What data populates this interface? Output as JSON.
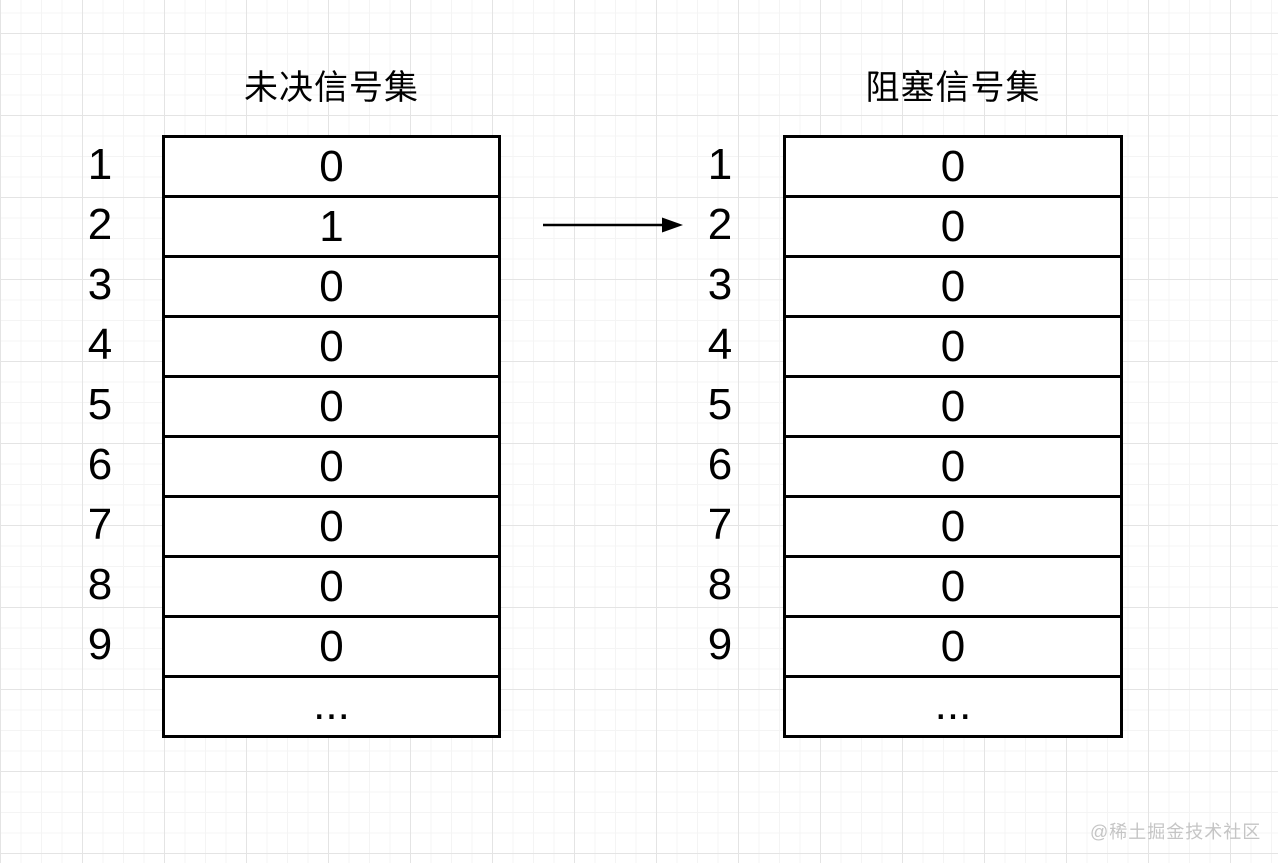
{
  "diagram": {
    "pending_set": {
      "title": "未决信号集",
      "row_labels": [
        "1",
        "2",
        "3",
        "4",
        "5",
        "6",
        "7",
        "8",
        "9",
        ""
      ],
      "values": [
        "0",
        "1",
        "0",
        "0",
        "0",
        "0",
        "0",
        "0",
        "0",
        "..."
      ]
    },
    "blocked_set": {
      "title": "阻塞信号集",
      "row_labels": [
        "1",
        "2",
        "3",
        "4",
        "5",
        "6",
        "7",
        "8",
        "9",
        ""
      ],
      "values": [
        "0",
        "0",
        "0",
        "0",
        "0",
        "0",
        "0",
        "0",
        "0",
        "..."
      ]
    },
    "arrow": "right-arrow"
  },
  "watermark": "@稀土掘金技术社区",
  "colors": {
    "line": "#000000",
    "grid_minor": "#f4f4f4",
    "grid_major": "#e4e4e4",
    "watermark": "#c5c5c5",
    "cell_bg": "#ffffff"
  }
}
